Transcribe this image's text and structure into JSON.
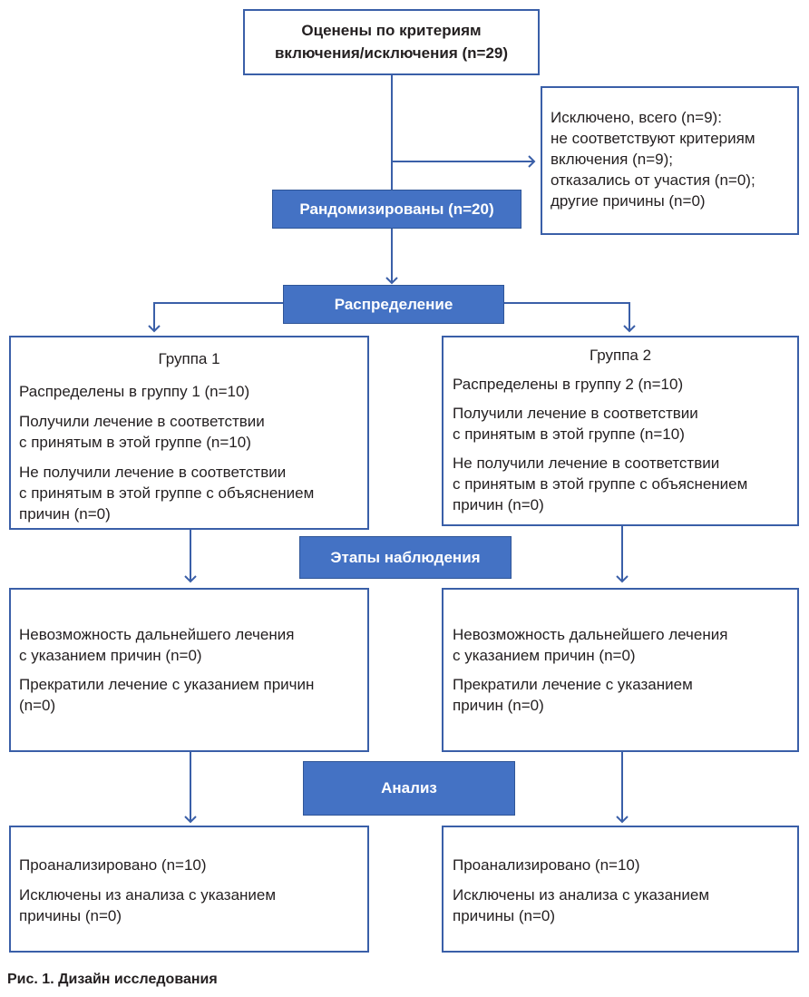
{
  "assessed": {
    "line1": "Оценены по критериям",
    "line2": "включения/исключения (n=29)"
  },
  "excluded": {
    "lines": [
      "Исключено, всего (n=9):",
      "не соответствуют критериям",
      "включения (n=9);",
      "отказались от участия (n=0);",
      "другие причины (n=0)"
    ]
  },
  "randomized": "Рандомизированы (n=20)",
  "allocation": "Распределение",
  "followup": "Этапы наблюдения",
  "analysis": "Анализ",
  "group1": {
    "title": "Группа 1",
    "allocated": "Распределены в группу 1 (n=10)",
    "received": [
      "Получили лечение в соответствии",
      "с принятым в этой группе (n=10)"
    ],
    "not_received": [
      "Не получили лечение в соответствии",
      "с принятым в этой группе с объяснением",
      "причин (n=0)"
    ],
    "lost": [
      "Невозможность дальнейшего лечения",
      "с указанием причин (n=0)"
    ],
    "discontinued": [
      "Прекратили лечение с указанием причин",
      "(n=0)"
    ],
    "analysed": "Проанализировано (n=10)",
    "excluded_analysis": [
      "Исключены из анализа с указанием",
      "причины (n=0)"
    ]
  },
  "group2": {
    "title": "Группа 2",
    "allocated": "Распределены в группу 2 (n=10)",
    "received": [
      "Получили лечение в соответствии",
      "с принятым в этой группе (n=10)"
    ],
    "not_received": [
      "Не получили лечение в соответствии",
      "с принятым в этой группе с объяснением",
      "причин (n=0)"
    ],
    "lost": [
      "Невозможность дальнейшего лечения",
      "с указанием причин (n=0)"
    ],
    "discontinued": [
      "Прекратили лечение с указанием",
      "причин (n=0)"
    ],
    "analysed": "Проанализировано (n=10)",
    "excluded_analysis": [
      "Исключены из анализа с указанием",
      "причины (n=0)"
    ]
  },
  "caption": "Рис. 1. Дизайн исследования",
  "colors": {
    "box_border": "#3a5fa8",
    "blue_fill": "#4472c4",
    "arrow": "#3a5fa8"
  }
}
